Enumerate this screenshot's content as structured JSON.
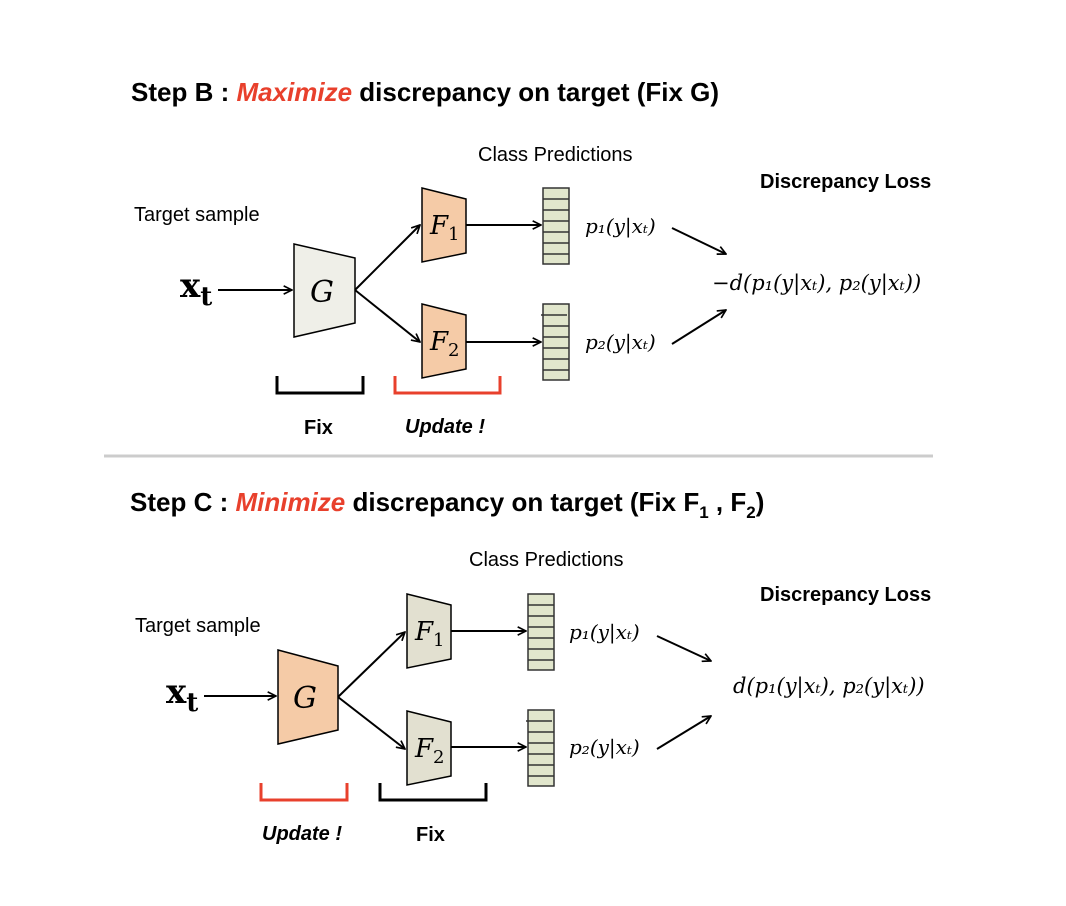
{
  "colors": {
    "accent_red": "#e8402c",
    "update_fill": "#f5cba7",
    "fixed_fill_G": "#efefe8",
    "fixed_fill_F": "#e2e0d0",
    "prediction_fill": "#e1e6cc",
    "divider": "#cccccc"
  },
  "step_b": {
    "title_prefix": "Step B : ",
    "title_accent": "Maximize",
    "title_suffix": " discrepancy on target (Fix G)",
    "class_predictions_label": "Class Predictions",
    "target_sample_label": "Target sample",
    "discrepancy_loss_label": "Discrepancy Loss",
    "input_symbol": "x",
    "input_subscript": "t",
    "generator_label": "G",
    "classifier1_label": "F",
    "classifier1_sub": "1",
    "classifier2_label": "F",
    "classifier2_sub": "2",
    "p1_label": "p₁(y|xₜ)",
    "p2_label": "p₂(y|xₜ)",
    "loss_formula": "−d(p₁(y|xₜ), p₂(y|xₜ))",
    "bracket_left_label": "Fix",
    "bracket_right_label": "Update !"
  },
  "step_c": {
    "title_prefix": "Step C : ",
    "title_accent": "Minimize",
    "title_suffix": " discrepancy on target (Fix F",
    "title_sub1": "1",
    "title_mid": " , F",
    "title_sub2": "2",
    "title_end": ")",
    "class_predictions_label": "Class Predictions",
    "target_sample_label": "Target sample",
    "discrepancy_loss_label": "Discrepancy Loss",
    "input_symbol": "x",
    "input_subscript": "t",
    "generator_label": "G",
    "classifier1_label": "F",
    "classifier1_sub": "1",
    "classifier2_label": "F",
    "classifier2_sub": "2",
    "p1_label": "p₁(y|xₜ)",
    "p2_label": "p₂(y|xₜ)",
    "loss_formula": "d(p₁(y|xₜ), p₂(y|xₜ))",
    "bracket_left_label": "Update !",
    "bracket_right_label": "Fix"
  }
}
